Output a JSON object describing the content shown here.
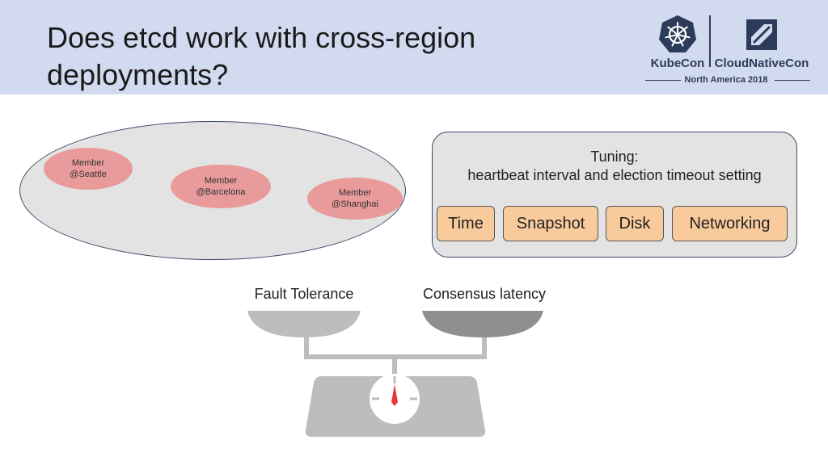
{
  "header": {
    "title": "Does etcd work with cross-region deployments?",
    "logo": {
      "kubecon": "KubeCon",
      "cloudnativecon": "CloudNativeCon",
      "event": "North America 2018"
    }
  },
  "cluster": {
    "members": [
      {
        "label": "Member\n@Seattle"
      },
      {
        "label": "Member\n@Barcelona"
      },
      {
        "label": "Member\n@Shanghai"
      }
    ]
  },
  "tuning": {
    "title": "Tuning:",
    "subtitle": "heartbeat interval and election timeout setting",
    "items": [
      "Time",
      "Snapshot",
      "Disk",
      "Networking"
    ]
  },
  "balance": {
    "left_label": "Fault Tolerance",
    "right_label": "Consensus latency"
  },
  "colors": {
    "header_bg": "#d2daf0",
    "member_fill": "#e99a9a",
    "chip_fill": "#f9cb9c",
    "box_fill": "#e3e3e3",
    "pan_left": "#bdbdbd",
    "pan_right": "#8f8f8f",
    "needle": "#e53935"
  },
  "icons": [
    "kubernetes-helm-icon",
    "cncf-icon"
  ]
}
